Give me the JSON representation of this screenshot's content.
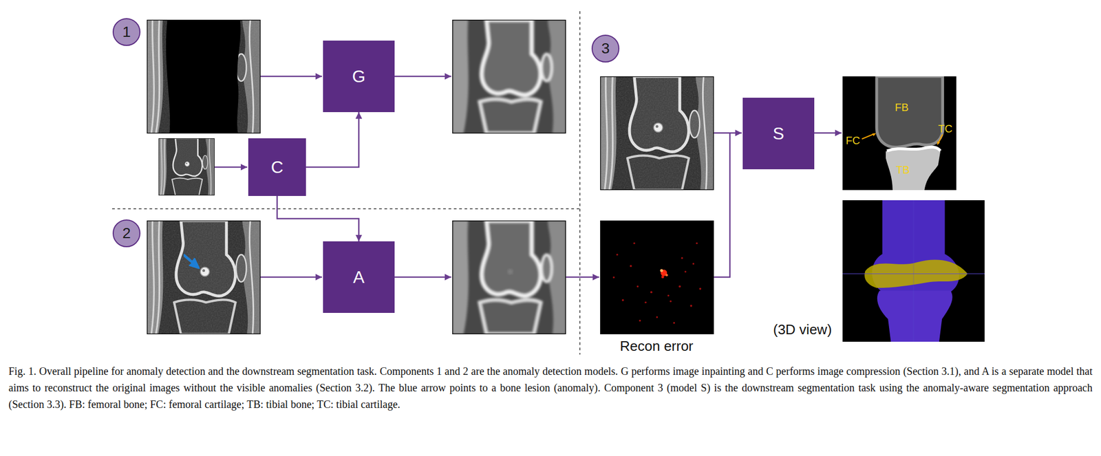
{
  "diagram": {
    "caption": "Fig. 1. Overall pipeline for anomaly detection and the downstream segmentation task. Components 1 and 2 are the anomaly detection models. G performs image inpainting and C performs image compression (Section 3.1), and A is a separate model that aims to reconstruct the original images without the visible anomalies (Section 3.2). The blue arrow points to a bone lesion (anomaly). Component 3 (model S) is the downstream segmentation task using the anomaly-aware segmentation approach (Section 3.3). FB: femoral bone; FC: femoral cartilage; TB: tibial bone; TC: tibial cartilage.",
    "nodes": [
      {
        "text": [
          "1"
        ]
      },
      {
        "text": [
          "G"
        ]
      },
      {
        "text": [
          "C"
        ]
      },
      {
        "text": [
          "2"
        ]
      },
      {
        "text": [
          "A"
        ]
      },
      {
        "text": [
          "3"
        ]
      },
      {
        "text": [
          "S"
        ]
      }
    ],
    "edges": [
      {
        "from": 2,
        "to": 1,
        "arrow": "to"
      },
      {
        "from": 2,
        "to": 4,
        "arrow": "to"
      }
    ],
    "labels": [
      "Recon error",
      "FB",
      "FC",
      "TB",
      "TC",
      "(3D view)"
    ]
  }
}
